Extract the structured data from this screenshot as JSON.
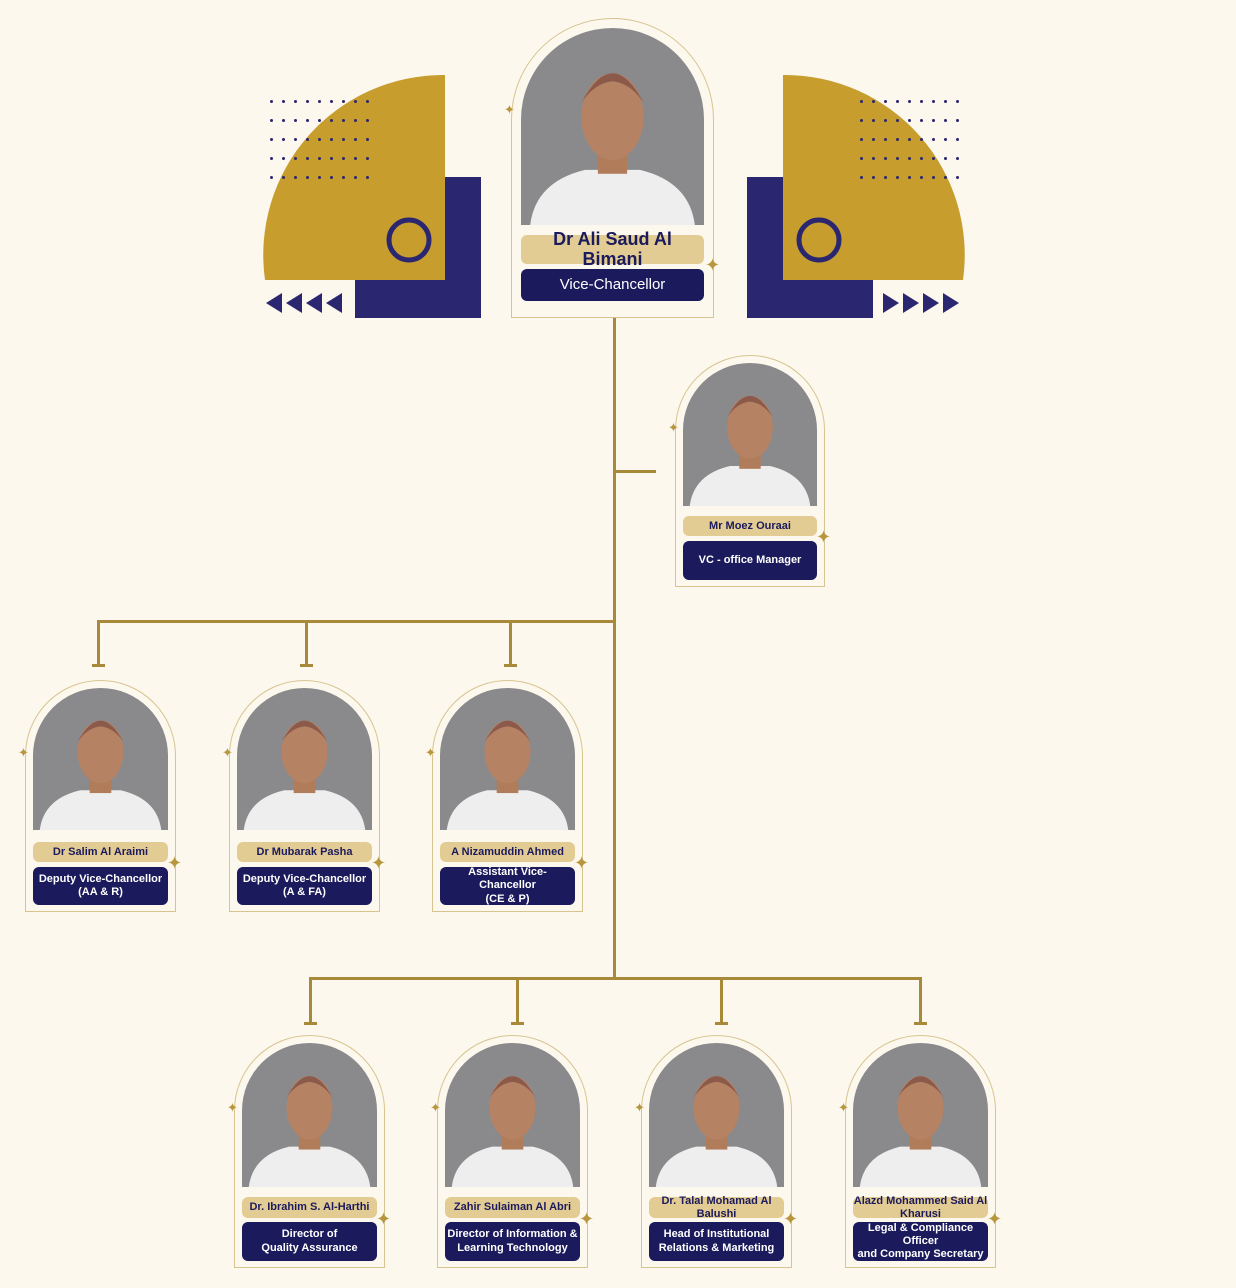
{
  "colors": {
    "gold": "#c79d2e",
    "navy": "#2b2670",
    "label_navy": "#1b1a5c",
    "pill": "#e3cc93",
    "line": "#a8893a",
    "background": "#fdf8ee"
  },
  "top": {
    "name": "Dr Ali Saud Al Bimani",
    "title": "Vice-Chancellor"
  },
  "office": {
    "name": "Mr Moez Ouraai",
    "title": "VC - office Manager"
  },
  "row2": [
    {
      "name": "Dr Salim Al Araimi",
      "title": "Deputy Vice-Chancellor\n(AA & R)"
    },
    {
      "name": "Dr Mubarak Pasha",
      "title": "Deputy Vice-Chancellor\n(A & FA)"
    },
    {
      "name": "A Nizamuddin Ahmed",
      "title": "Assistant Vice-Chancellor\n(CE & P)"
    }
  ],
  "row3": [
    {
      "name": "Dr. Ibrahim S. Al-Harthi",
      "title": "Director of\nQuality Assurance"
    },
    {
      "name": "Zahir Sulaiman Al Abri",
      "title": "Director of Information &\nLearning Technology"
    },
    {
      "name": "Dr. Talal Mohamad Al Balushi",
      "title": "Head of Institutional\nRelations & Marketing"
    },
    {
      "name": "Alazd Mohammed Said Al Kharusi",
      "title": "Legal & Compliance Officer\nand Company Secretary"
    }
  ]
}
